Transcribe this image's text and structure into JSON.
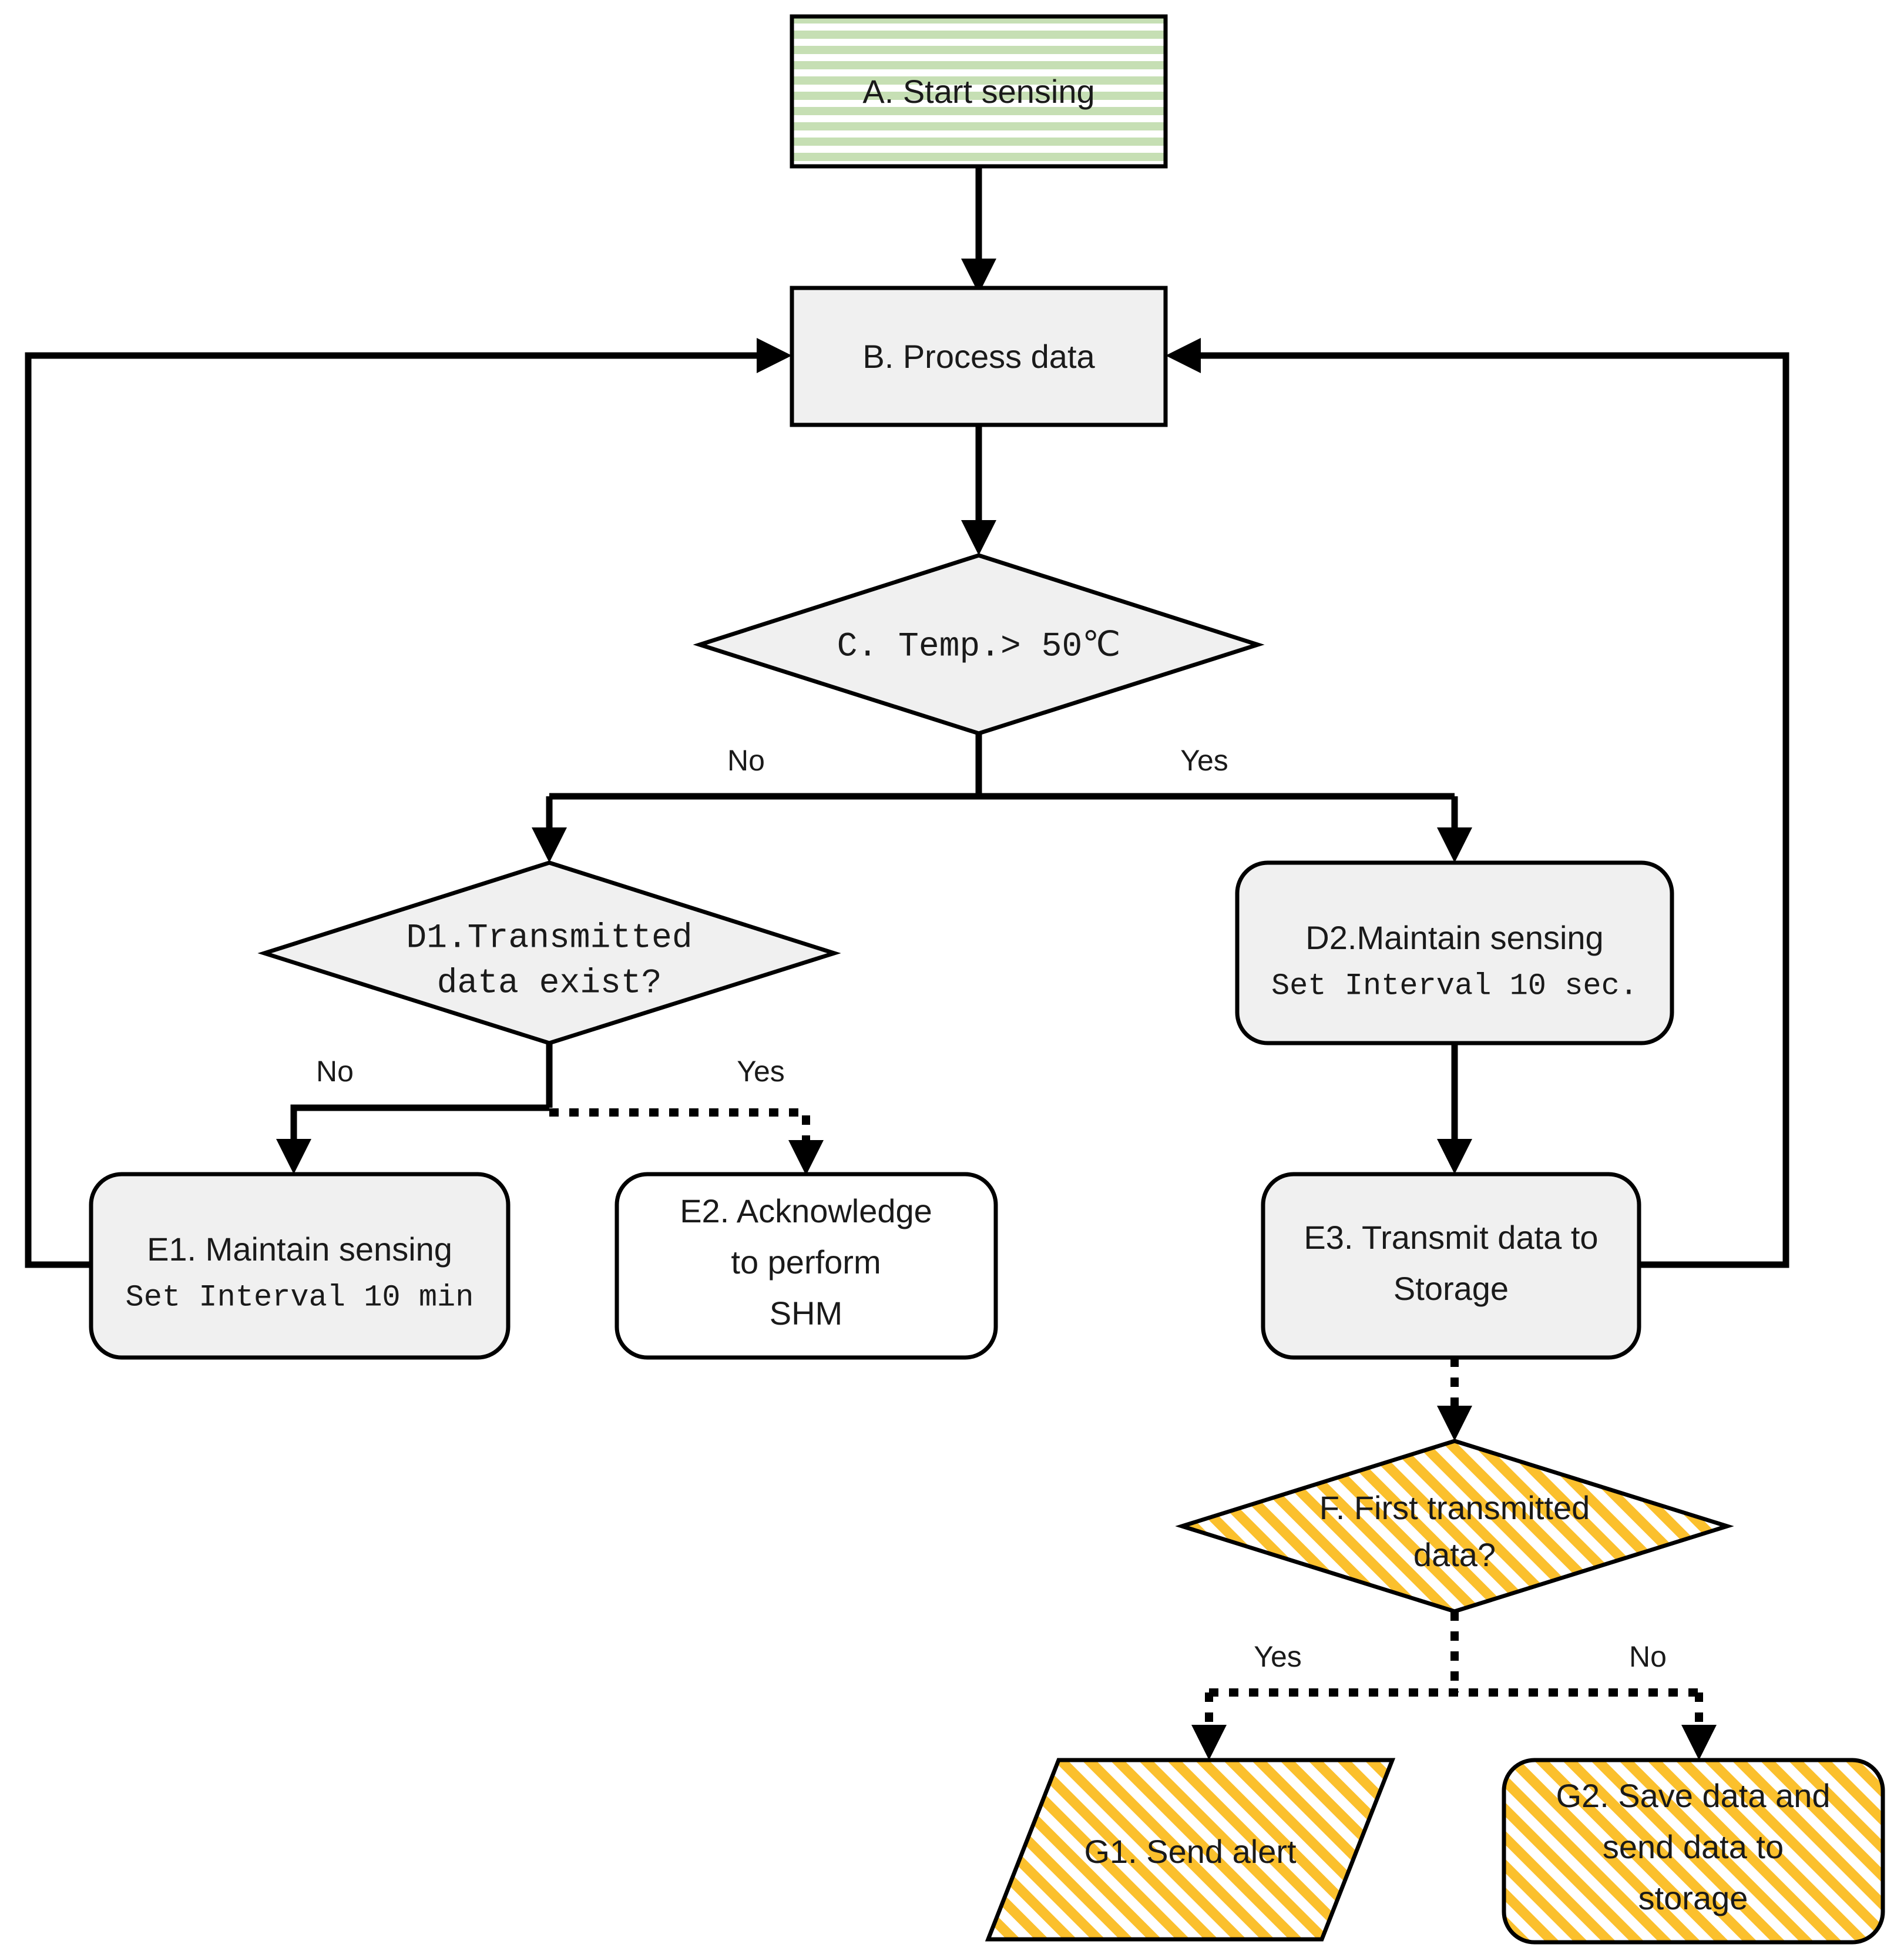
{
  "diagram": {
    "title": "Sensing and data transmission flowchart",
    "colors": {
      "node_fill_gray": "#f0f0f0",
      "node_fill_white": "#ffffff",
      "stripe_green": "#c6dfb4",
      "stripe_yellow": "#fbc02d",
      "line": "#000000"
    }
  },
  "nodes": {
    "a": {
      "id": "A",
      "text": "A. Start sensing",
      "shape": "rectangle",
      "fill": "green-stripes"
    },
    "b": {
      "id": "B",
      "text": "B. Process data",
      "shape": "rectangle",
      "fill": "gray"
    },
    "c": {
      "id": "C",
      "text": "C. Temp.> 50℃",
      "shape": "diamond",
      "fill": "gray"
    },
    "d1": {
      "id": "D1",
      "line1": "D1.Transmitted",
      "line2": "data exist?",
      "shape": "diamond",
      "fill": "gray"
    },
    "d2": {
      "id": "D2",
      "line1": "D2.Maintain sensing",
      "line2": "Set Interval 10 sec.",
      "shape": "rounded-rectangle",
      "fill": "gray"
    },
    "e1": {
      "id": "E1",
      "line1": "E1. Maintain sensing",
      "line2": "Set Interval 10 min",
      "shape": "rounded-rectangle",
      "fill": "gray"
    },
    "e2": {
      "id": "E2",
      "line1": "E2. Acknowledge",
      "line2": "to perform",
      "line3": "SHM",
      "shape": "rounded-rectangle",
      "fill": "white"
    },
    "e3": {
      "id": "E3",
      "line1": "E3. Transmit data to",
      "line2": "Storage",
      "shape": "rounded-rectangle",
      "fill": "gray"
    },
    "f": {
      "id": "F",
      "line1": "F. First transmitted",
      "line2": "data?",
      "shape": "diamond",
      "fill": "yellow-stripes"
    },
    "g1": {
      "id": "G1",
      "text": "G1. Send alert",
      "shape": "parallelogram",
      "fill": "yellow-stripes"
    },
    "g2": {
      "id": "G2",
      "line1": "G2. Save data and",
      "line2": "send data to",
      "line3": "storage",
      "shape": "rounded-rectangle",
      "fill": "yellow-stripes"
    }
  },
  "edge_labels": {
    "c_no": "No",
    "c_yes": "Yes",
    "d1_no": "No",
    "d1_yes": "Yes",
    "f_yes": "Yes",
    "f_no": "No"
  }
}
